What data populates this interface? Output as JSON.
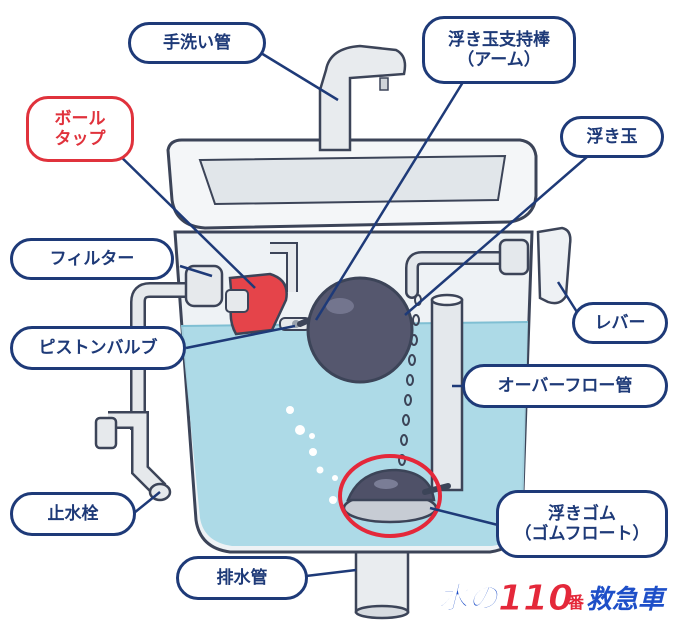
{
  "labels": {
    "tearai_kan": "手洗い管",
    "ukidama_shiji_1": "浮き玉支持棒",
    "ukidama_shiji_2": "（アーム）",
    "ball_tap_1": "ボール",
    "ball_tap_2": "タップ",
    "ukidama": "浮き玉",
    "filter": "フィルター",
    "lever": "レバー",
    "piston_valve": "ピストンバルブ",
    "overflow_kan": "オーバーフロー管",
    "shisuisen": "止水栓",
    "ukigomu_1": "浮きゴム",
    "ukigomu_2": "（ゴムフロート）",
    "haisui_kan": "排水管"
  },
  "logo": {
    "text_mizu": "水の",
    "text_110": "110",
    "text_ban": "番",
    "text_kyukyusha": "救急車"
  },
  "colors": {
    "label_border": "#1e3a78",
    "ball_tap_highlight": "#e0323c",
    "water": "#a9d8e6",
    "ball": "#5a5c78",
    "logo_blue": "#1e4fc8",
    "logo_red": "#e4283a"
  }
}
